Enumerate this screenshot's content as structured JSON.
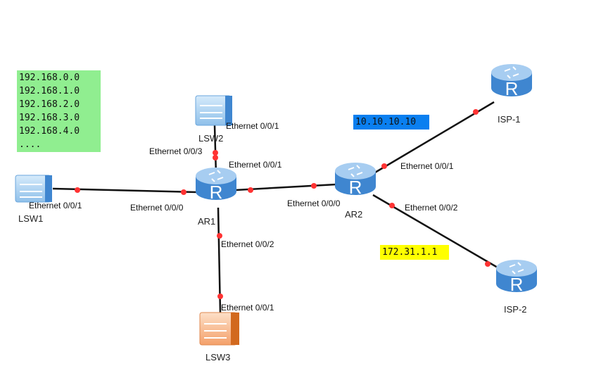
{
  "notes": {
    "networks": [
      "192.168.0.0",
      "192.168.1.0",
      "192.168.2.0",
      "192.168.3.0",
      "192.168.4.0",
      "...."
    ],
    "isp1_ip": "10.10.10.10",
    "isp2_ip": "172.31.1.1",
    "colors": {
      "networks_bg": "#90ee90",
      "isp1_bg": "#0a7ff0",
      "isp2_bg": "#ffff00"
    }
  },
  "devices": {
    "lsw1": "LSW1",
    "lsw2": "LSW2",
    "lsw3": "LSW3",
    "ar1": "AR1",
    "ar2": "AR2",
    "isp1": "ISP-1",
    "isp2": "ISP-2"
  },
  "ports": {
    "lsw1_e001": "Ethernet 0/0/1",
    "ar1_e000": "Ethernet 0/0/0",
    "lsw2_e001": "Ethernet 0/0/1",
    "ar1_e003": "Ethernet 0/0/3",
    "ar1_e001": "Ethernet 0/0/1",
    "ar2_e000": "Ethernet 0/0/0",
    "ar1_e002": "Ethernet 0/0/2",
    "lsw3_e001": "Ethernet 0/0/1",
    "ar2_e001": "Ethernet 0/0/1",
    "ar2_e002": "Ethernet 0/0/2"
  }
}
